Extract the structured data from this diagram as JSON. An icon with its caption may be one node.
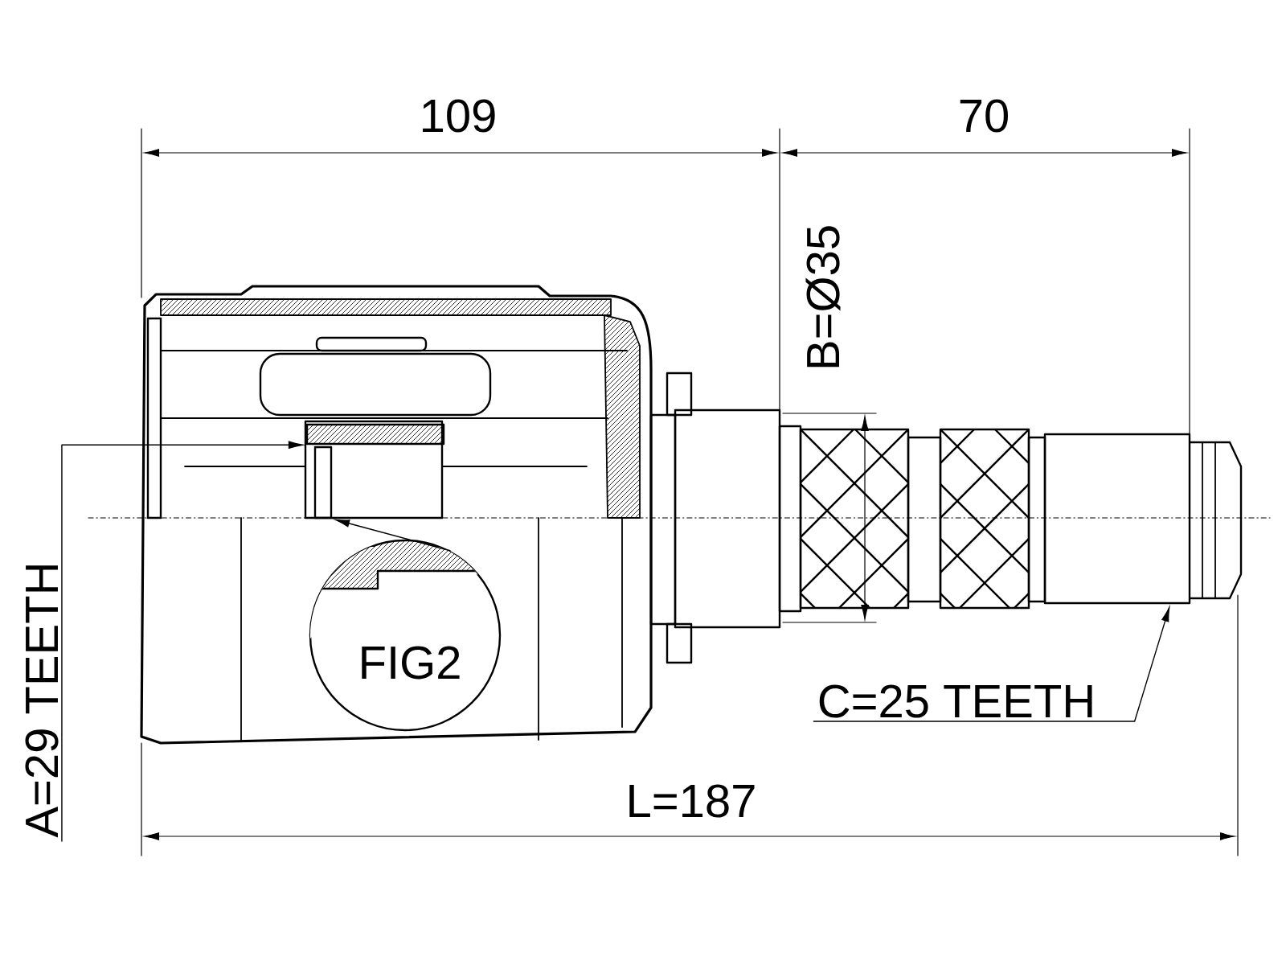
{
  "diagram": {
    "nodes": [
      {
        "text": [
          "A=29 TEETH"
        ]
      },
      {
        "text": [],
        "shape": "box"
      },
      {
        "text": [
          "FIG2"
        ]
      },
      {
        "text": [],
        "shape": "box"
      },
      {
        "text": [
          "C=25 TEETH"
        ]
      },
      {
        "text": [],
        "shape": "box"
      }
    ],
    "edges": [
      {
        "from": 0,
        "to": 1,
        "arrow": "to"
      },
      {
        "from": 2,
        "to": 3,
        "arrow": "to"
      },
      {
        "from": 4,
        "to": 5,
        "arrow": "to"
      }
    ],
    "labels": [
      "109",
      "70",
      "B=Ø35",
      "L=187"
    ]
  }
}
